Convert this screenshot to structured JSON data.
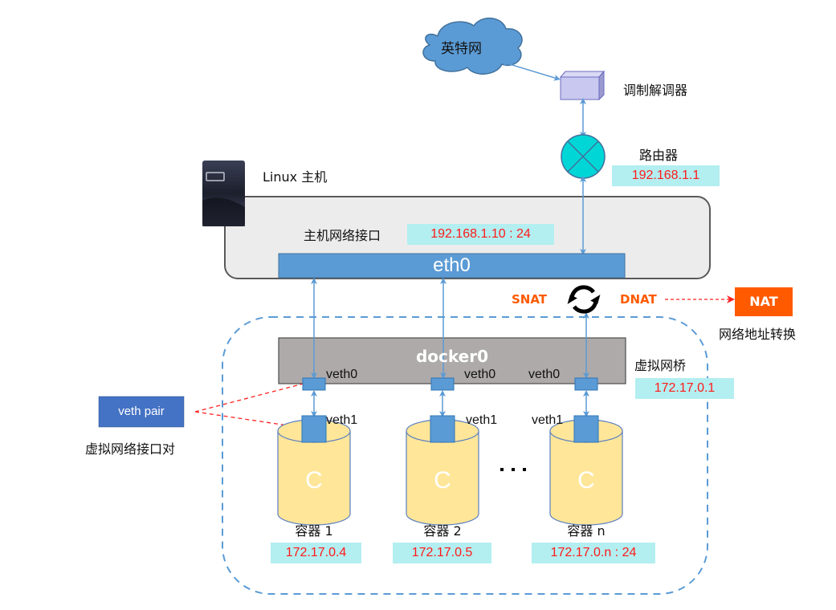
{
  "internet": {
    "label": "英特网",
    "color": "#5b9bd5"
  },
  "modem": {
    "label": "调制解调器"
  },
  "router": {
    "label": "路由器",
    "ip": "192.168.1.1"
  },
  "linux_host": {
    "label": "Linux 主机",
    "nic_label": "主机网络接口",
    "nic_ip": "192.168.1.10 : 24",
    "eth0": "eth0"
  },
  "nat": {
    "snat": "SNAT",
    "dnat": "DNAT",
    "box_label": "NAT",
    "caption": "网络地址转换",
    "color": "#ff5a00"
  },
  "bridge": {
    "name": "docker0",
    "label": "虚拟网桥",
    "ip": "172.17.0.1"
  },
  "veth_pair": {
    "label": "veth pair",
    "caption": "虚拟网络接口对"
  },
  "containers": [
    {
      "glyph": "C",
      "name": "容器 1",
      "ip": "172.17.0.4",
      "veth0": "veth0",
      "veth1": "veth1"
    },
    {
      "glyph": "C",
      "name": "容器 2",
      "ip": "172.17.0.5",
      "veth0": "veth0",
      "veth1": "veth1"
    },
    {
      "glyph": "C",
      "name": "容器 n",
      "ip": "172.17.0.n : 24",
      "veth0": "veth0",
      "veth1": "veth1"
    }
  ],
  "ellipsis": "..."
}
